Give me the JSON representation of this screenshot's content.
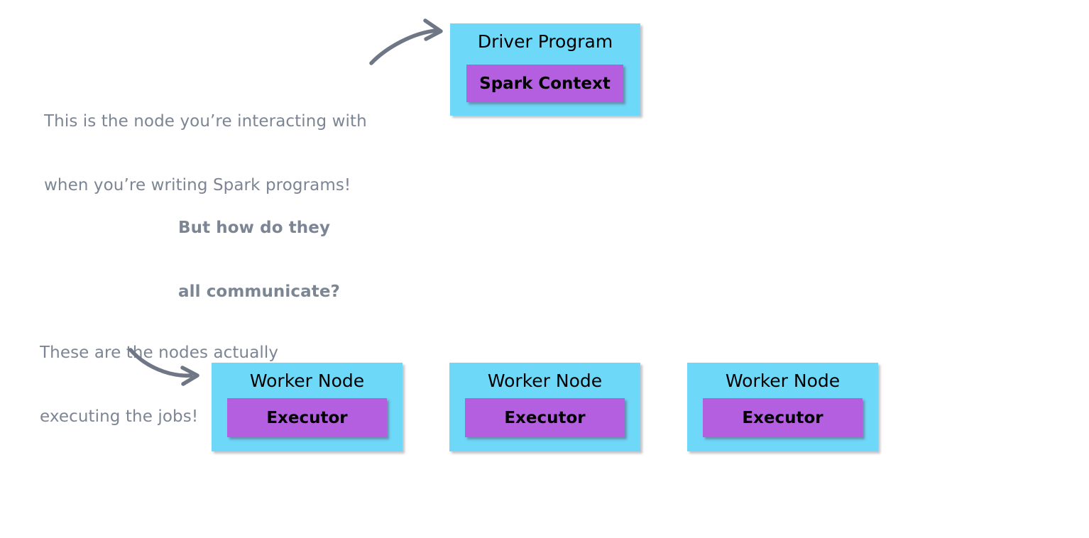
{
  "diagram": {
    "title": "Spark cluster architecture",
    "colors": {
      "node_fill": "#6ed8f8",
      "inner_fill": "#b45fe0",
      "annotation_text": "#7c8594",
      "arrow_stroke": "#6f7786",
      "box_text": "#000000",
      "background": "#ffffff"
    },
    "annotations": [
      {
        "id": "driver-annotation",
        "line1": "This is the node you’re interacting with",
        "line2": "when you’re writing Spark programs!",
        "bold": false
      },
      {
        "id": "communication-annotation",
        "line1": "But how do they",
        "line2": "all communicate?",
        "bold": true
      },
      {
        "id": "workers-annotation",
        "line1": "These are the nodes actually",
        "line2": "executing the jobs!",
        "bold": false
      }
    ],
    "driver": {
      "title": "Driver Program",
      "inner_label": "Spark Context"
    },
    "workers": [
      {
        "title": "Worker Node",
        "inner_label": "Executor"
      },
      {
        "title": "Worker Node",
        "inner_label": "Executor"
      },
      {
        "title": "Worker Node",
        "inner_label": "Executor"
      }
    ],
    "arrows": [
      {
        "id": "arrow-to-driver",
        "from": "driver-annotation",
        "to": "driver-node"
      },
      {
        "id": "arrow-to-workers",
        "from": "workers-annotation",
        "to": "worker-node-1"
      }
    ]
  }
}
